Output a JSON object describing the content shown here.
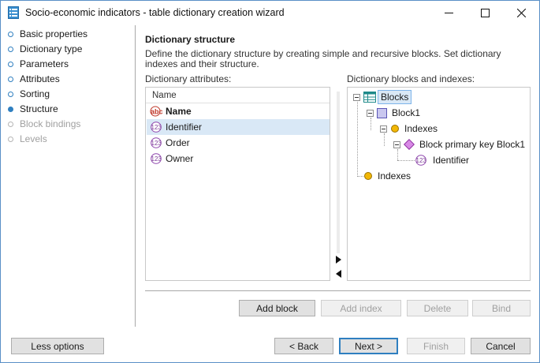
{
  "window": {
    "title": "Socio-economic indicators - table dictionary creation wizard",
    "accent_color": "#2f7fc0"
  },
  "nav": {
    "items": [
      {
        "label": "Basic properties",
        "state": "done"
      },
      {
        "label": "Dictionary type",
        "state": "done"
      },
      {
        "label": "Parameters",
        "state": "done"
      },
      {
        "label": "Attributes",
        "state": "done"
      },
      {
        "label": "Sorting",
        "state": "done"
      },
      {
        "label": "Structure",
        "state": "active"
      },
      {
        "label": "Block bindings",
        "state": "disabled"
      },
      {
        "label": "Levels",
        "state": "disabled"
      }
    ]
  },
  "content": {
    "title": "Dictionary structure",
    "description": "Define the dictionary structure by creating simple and recursive blocks. Set dictionary indexes and their structure.",
    "attributes_label": "Dictionary attributes:",
    "blocks_label": "Dictionary blocks and indexes:"
  },
  "attributes": {
    "header": "Name",
    "rows": [
      {
        "label": "Name",
        "icon": "text-attribute-icon",
        "bold": true,
        "selected": false
      },
      {
        "label": "Identifier",
        "icon": "number-attribute-icon",
        "bold": false,
        "selected": true
      },
      {
        "label": "Order",
        "icon": "number-attribute-icon",
        "bold": false,
        "selected": false
      },
      {
        "label": "Owner",
        "icon": "number-attribute-icon",
        "bold": false,
        "selected": false
      }
    ]
  },
  "tree": {
    "blocks": "Blocks",
    "block1": "Block1",
    "block1_indexes": "Indexes",
    "primary_key": "Block primary key Block1",
    "pk_attribute": "Identifier",
    "root_indexes": "Indexes"
  },
  "buttons": {
    "add_block": "Add block",
    "add_index": "Add index",
    "delete": "Delete",
    "bind": "Bind",
    "less_options": "Less options",
    "back": "< Back",
    "next": "Next >",
    "finish": "Finish",
    "cancel": "Cancel"
  }
}
